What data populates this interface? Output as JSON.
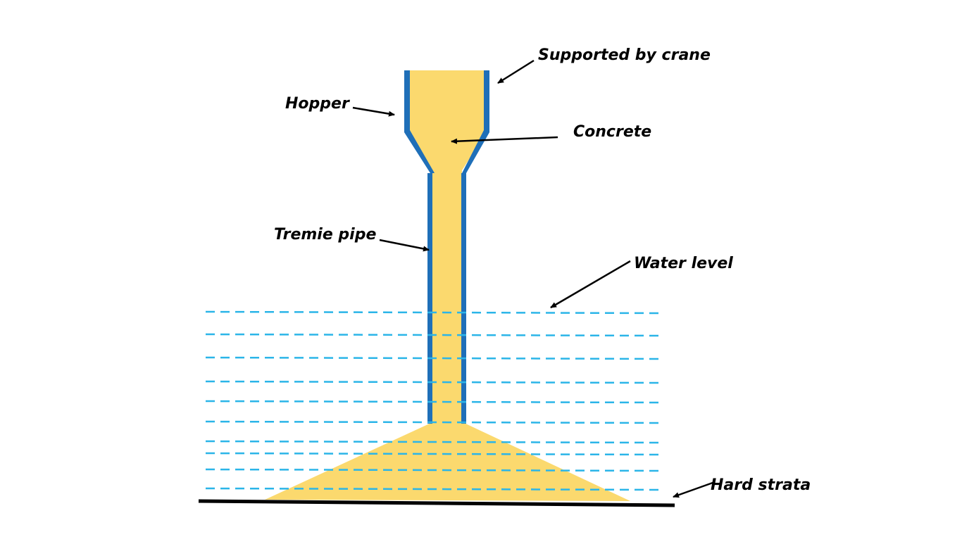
{
  "diagram": {
    "labels": {
      "supported_by_crane": "Supported by crane",
      "hopper": "Hopper",
      "concrete": "Concrete",
      "tremie_pipe": "Tremie pipe",
      "water_level": "Water level",
      "hard_strata": "Hard strata"
    },
    "water_line_count": 10,
    "colors": {
      "concrete": "#FBD96E",
      "pipe_wall": "#1F6FB8",
      "water_dash": "#2BB5E8",
      "ground": "#000000",
      "arrow": "#000000",
      "text": "#000000"
    }
  }
}
